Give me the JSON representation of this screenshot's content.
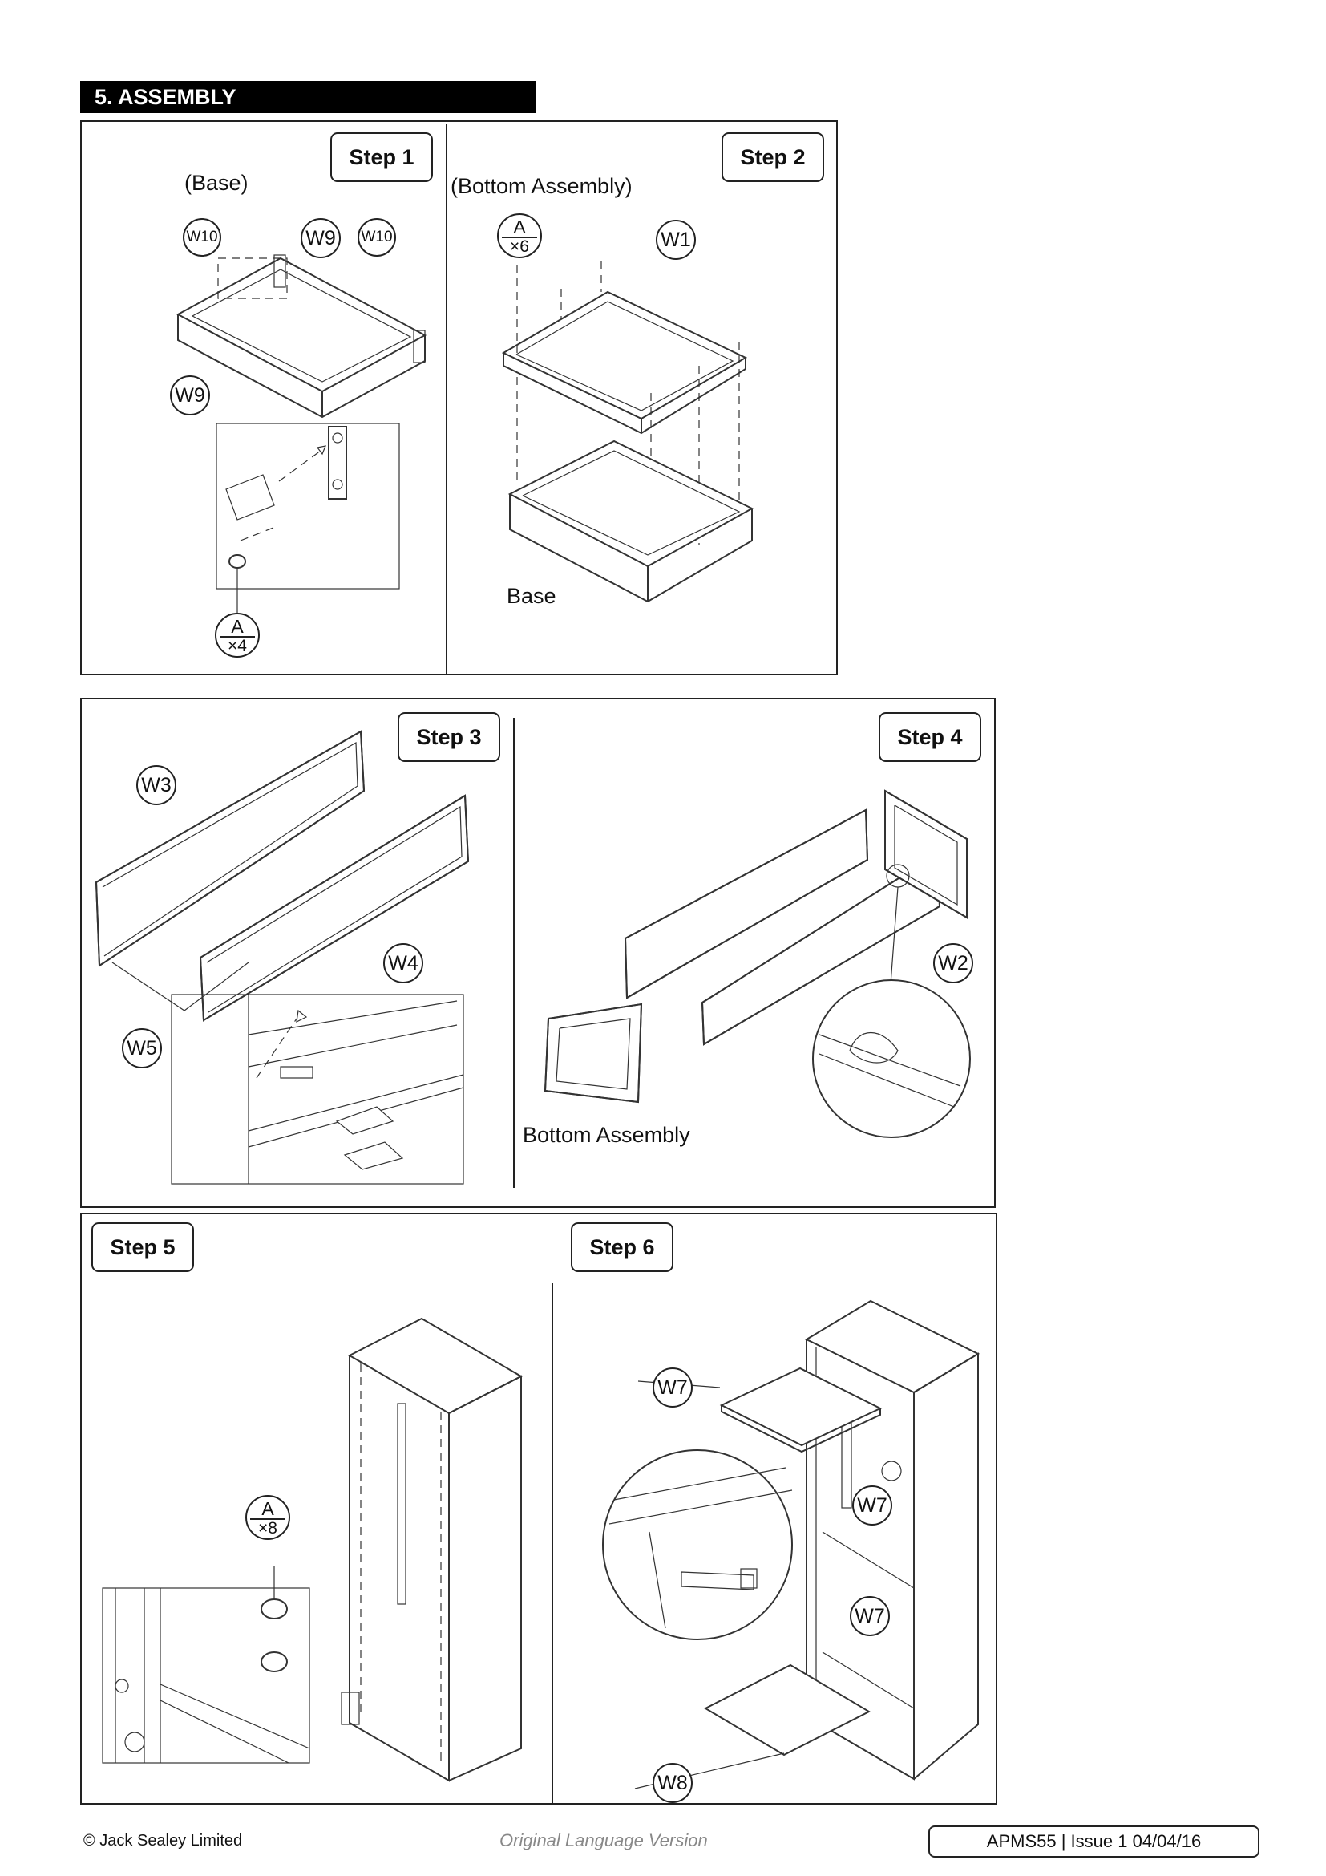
{
  "section": {
    "title": "5.   ASSEMBLY"
  },
  "steps": {
    "s1": "Step 1",
    "s2": "Step 2",
    "s3": "Step 3",
    "s4": "Step 4",
    "s5": "Step 5",
    "s6": "Step 6"
  },
  "labels": {
    "base_caption": "(Base)",
    "bottom_assembly_caption": "(Bottom Assembly)",
    "base": "Base",
    "bottom_assembly": "Bottom Assembly"
  },
  "parts": {
    "w1": "W1",
    "w2": "W2",
    "w3": "W3",
    "w4": "W4",
    "w5": "W5",
    "w7": "W7",
    "w8": "W8",
    "w9": "W9",
    "w10": "W10"
  },
  "fasteners": {
    "step1": {
      "id": "A",
      "qty": "×4"
    },
    "step2": {
      "id": "A",
      "qty": "×6"
    },
    "step5": {
      "id": "A",
      "qty": "×8"
    }
  },
  "footer": {
    "copyright": "© Jack Sealey Limited",
    "version": "Original Language Version",
    "doc_ref": "APMS55 | Issue 1 04/04/16"
  }
}
